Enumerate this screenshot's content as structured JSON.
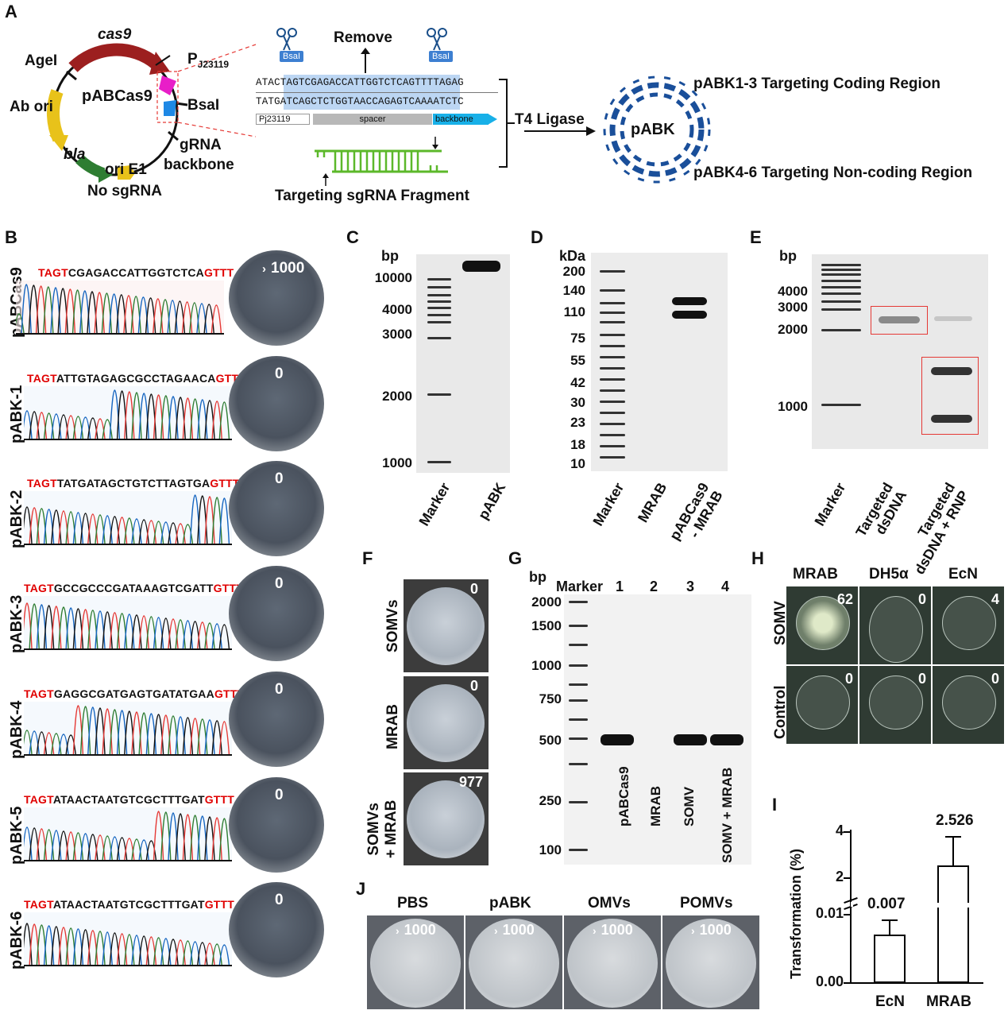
{
  "panels": {
    "A": "A",
    "B": "B",
    "C": "C",
    "D": "D",
    "E": "E",
    "F": "F",
    "G": "G",
    "H": "H",
    "I": "I",
    "J": "J"
  },
  "panelA": {
    "plasmid_name": "pABCas9",
    "cas9": "cas9",
    "agel": "AgeI",
    "promoter": "P",
    "promoter_sub": "J23119",
    "bsai": "BsaI",
    "ab_ori": "Ab ori",
    "bla": "bla",
    "ori_e1": "ori E1",
    "grna": "gRNA",
    "backbone": "backbone",
    "no_sgrna": "No sgRNA",
    "remove": "Remove",
    "bsai_tag": "BsaI",
    "seq_top": "ATACTAGTCGAGACCATTGGTCTCAGTTTTAGAG",
    "seq_bottom": "TATGATCAGCTCTGGTAACCAGAGTCAAAATCTC",
    "feat_pj": "Pj23119",
    "feat_spacer": "spacer",
    "feat_backbone": "backbone",
    "fragment": "Targeting sgRNA Fragment",
    "ligase": "T4 Ligase",
    "product": "pABK",
    "coding": "pABK1-3 Targeting Coding Region",
    "noncoding": "pABK4-6 Targeting Non-coding Region"
  },
  "panelB": {
    "rows": [
      {
        "label": "pABCas9",
        "pre": "TAGT",
        "mid": "CGAGACCATTGGTCTCA",
        "post": "GTTT",
        "count": "1000",
        "arrow": "›"
      },
      {
        "label": "pABK-1",
        "pre": "TAGT",
        "mid": "ATTGTAGAGCGCCTAGAACA",
        "post": "GTTT",
        "count": "0",
        "arrow": ""
      },
      {
        "label": "pABK-2",
        "pre": "TAGT",
        "mid": "TATGATAGCTGTCTTAGTGA",
        "post": "GTTT",
        "count": "0",
        "arrow": ""
      },
      {
        "label": "pABK-3",
        "pre": "TAGT",
        "mid": "GCCGCCCGATAAAGTCGATT",
        "post": "GTTT",
        "count": "0",
        "arrow": ""
      },
      {
        "label": "pABK-4",
        "pre": "TAGT",
        "mid": "GAGGCGATGAGTGATATGAA",
        "post": "GTTT",
        "count": "0",
        "arrow": ""
      },
      {
        "label": "pABK-5",
        "pre": "TAGT",
        "mid": "ATAACTAATGTCGCTTTGAT",
        "post": "GTTT",
        "count": "0",
        "arrow": ""
      },
      {
        "label": "pABK-6",
        "pre": "TAGT",
        "mid": "ATAACTAATGTCGCTTTGAT",
        "post": "GTTT",
        "count": "0",
        "arrow": ""
      }
    ]
  },
  "panelC": {
    "unit": "bp",
    "ticks": [
      "10000",
      "4000",
      "3000",
      "2000",
      "1000"
    ],
    "lanes": [
      "Marker",
      "pABK"
    ]
  },
  "panelD": {
    "unit": "kDa",
    "ticks": [
      "200",
      "140",
      "110",
      "75",
      "55",
      "42",
      "30",
      "23",
      "18",
      "10"
    ],
    "lanes": [
      "Marker",
      "MRAB",
      "pABCas9\n- MRAB"
    ]
  },
  "panelE": {
    "unit": "bp",
    "ticks": [
      "4000",
      "3000",
      "2000",
      "1000"
    ],
    "lanes": [
      "Marker",
      "Targeted\ndsDNA",
      "Targeted\ndsDNA + RNP"
    ]
  },
  "panelF": {
    "rows": [
      {
        "label": "SOMVs",
        "count": "0"
      },
      {
        "label": "MRAB",
        "count": "0"
      },
      {
        "label": "SOMVs\n+ MRAB",
        "count": "977"
      }
    ]
  },
  "panelG": {
    "unit": "bp",
    "header": [
      "Marker",
      "1",
      "2",
      "3",
      "4"
    ],
    "ticks": [
      "2000",
      "1500",
      "1000",
      "750",
      "500",
      "250",
      "100"
    ],
    "lanes": [
      "pABCas9",
      "MRAB",
      "SOMV",
      "SOMV + MRAB"
    ]
  },
  "panelH": {
    "cols": [
      "MRAB",
      "DH5α",
      "EcN"
    ],
    "rows": [
      "SOMV",
      "Control"
    ],
    "counts": [
      [
        "62",
        "0",
        "4"
      ],
      [
        "0",
        "0",
        "0"
      ]
    ]
  },
  "panelI": {
    "chart_data": {
      "type": "bar",
      "categories": [
        "EcN",
        "MRAB"
      ],
      "values": [
        0.007,
        2.526
      ],
      "value_labels": [
        "0.007",
        "2.526"
      ],
      "ylabel": "Transformation (%)",
      "yticks": [
        "0.00",
        "0.01",
        "2",
        "4"
      ],
      "axis_break": true
    }
  },
  "panelJ": {
    "cols": [
      "PBS",
      "pABK",
      "OMVs",
      "POMVs"
    ],
    "counts": [
      "1000",
      "1000",
      "1000",
      "1000"
    ],
    "arrow": "›"
  }
}
